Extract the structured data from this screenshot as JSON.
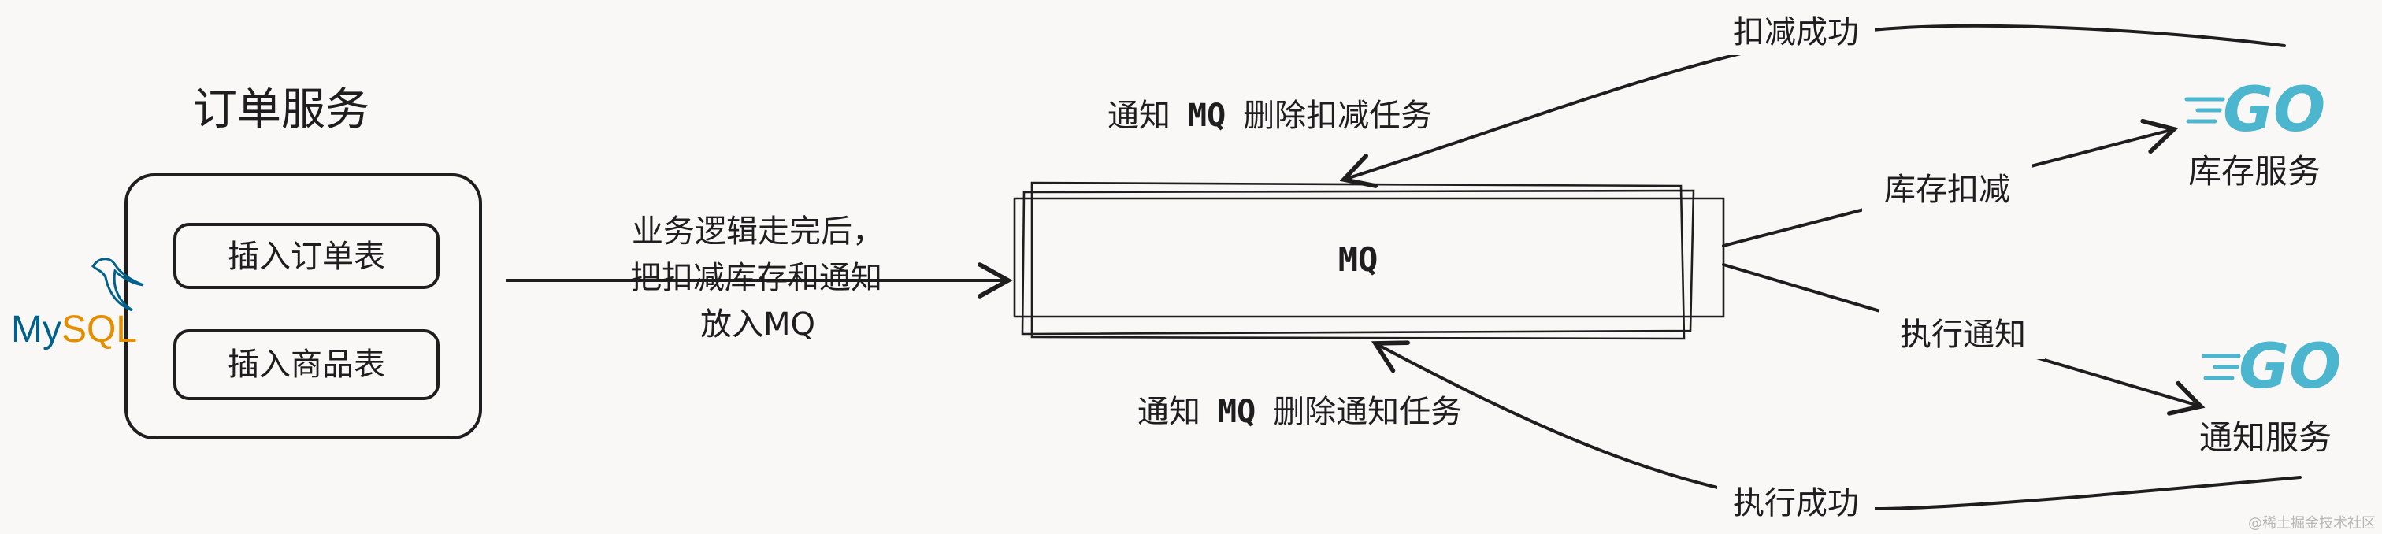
{
  "order_service": {
    "title": "订单服务",
    "items": [
      "插入订单表",
      "插入商品表"
    ],
    "mysql_logo": "MySQL"
  },
  "mq": {
    "label": "MQ"
  },
  "flows": {
    "to_mq": [
      "业务逻辑走完后，",
      "把扣减库存和通知",
      "放入MQ"
    ],
    "inventory_deduct": "库存扣减",
    "execute_notify": "执行通知",
    "deduct_success": "扣减成功",
    "execute_success": "执行成功",
    "mq_delete_deduct": {
      "prefix": "通知",
      "mq": "MQ",
      "suffix": "删除扣减任务"
    },
    "mq_delete_notify": {
      "prefix": "通知",
      "mq": "MQ",
      "suffix": "删除通知任务"
    }
  },
  "services": {
    "inventory": {
      "logo": "GO",
      "label": "库存服务"
    },
    "notification": {
      "logo": "GO",
      "label": "通知服务"
    }
  },
  "watermark": "@稀土掘金技术社区",
  "colors": {
    "background": "#f9f8f6",
    "ink": "#1e1e1e",
    "go_blue": "#4db6cf",
    "mysql_blue": "#00618a",
    "mysql_orange": "#e48e00"
  }
}
